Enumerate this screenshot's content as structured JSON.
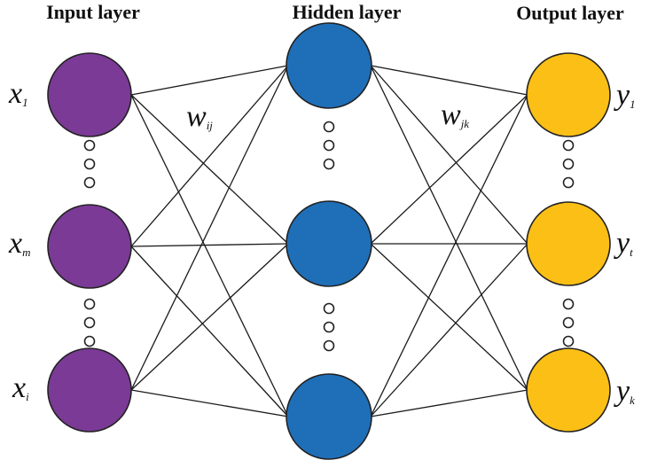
{
  "titles": {
    "input": "Input layer",
    "hidden": "Hidden layer",
    "output": "Output layer"
  },
  "colors": {
    "input_node": "#7b3a96",
    "hidden_node": "#1f6fb8",
    "output_node": "#fbbf16"
  },
  "labels": {
    "inputs": [
      {
        "main": "x",
        "sub": "1"
      },
      {
        "main": "x",
        "sub": "m"
      },
      {
        "main": "x",
        "sub": "i"
      }
    ],
    "outputs": [
      {
        "main": "y",
        "sub": "1"
      },
      {
        "main": "y",
        "sub": "t"
      },
      {
        "main": "y",
        "sub": "k"
      }
    ],
    "weights": [
      {
        "main": "w",
        "sub": "ij"
      },
      {
        "main": "w",
        "sub": "jk"
      }
    ]
  }
}
